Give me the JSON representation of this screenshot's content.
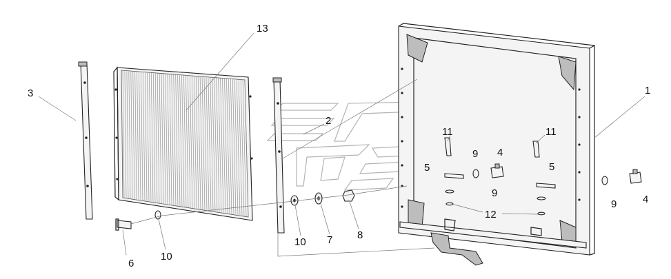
{
  "callouts": [
    {
      "id": "c1",
      "text": "1"
    },
    {
      "id": "c2",
      "text": "2"
    },
    {
      "id": "c3",
      "text": "3"
    },
    {
      "id": "c4a",
      "text": "4"
    },
    {
      "id": "c4b",
      "text": "4"
    },
    {
      "id": "c5a",
      "text": "5"
    },
    {
      "id": "c5b",
      "text": "5"
    },
    {
      "id": "c6",
      "text": "6"
    },
    {
      "id": "c7",
      "text": "7"
    },
    {
      "id": "c8",
      "text": "8"
    },
    {
      "id": "c9a",
      "text": "9"
    },
    {
      "id": "c9b",
      "text": "9"
    },
    {
      "id": "c9c",
      "text": "9"
    },
    {
      "id": "c10a",
      "text": "10"
    },
    {
      "id": "c10b",
      "text": "10"
    },
    {
      "id": "c11a",
      "text": "11"
    },
    {
      "id": "c11b",
      "text": "11"
    },
    {
      "id": "c12",
      "text": "12"
    },
    {
      "id": "c13",
      "text": "13"
    }
  ]
}
